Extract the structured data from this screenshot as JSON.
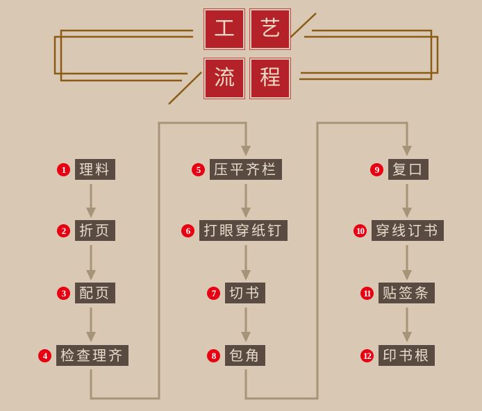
{
  "title": {
    "chars": [
      "工",
      "艺",
      "流",
      "程"
    ],
    "text": "工艺流程"
  },
  "colors": {
    "background": "#d9c8b3",
    "seal": "#b52128",
    "frame_line": "#8b5a14",
    "connector": "#a69479",
    "step_box": "#5a4b42",
    "step_text": "#e8dccb",
    "badge": "#e60012"
  },
  "steps": [
    {
      "num": "1",
      "label": "理料"
    },
    {
      "num": "2",
      "label": "折页"
    },
    {
      "num": "3",
      "label": "配页"
    },
    {
      "num": "4",
      "label": "检查理齐"
    },
    {
      "num": "5",
      "label": "压平齐栏"
    },
    {
      "num": "6",
      "label": "打眼穿纸钉"
    },
    {
      "num": "7",
      "label": "切书"
    },
    {
      "num": "8",
      "label": "包角"
    },
    {
      "num": "9",
      "label": "复口"
    },
    {
      "num": "10",
      "label": "穿线订书"
    },
    {
      "num": "11",
      "label": "贴签条"
    },
    {
      "num": "12",
      "label": "印书根"
    }
  ]
}
